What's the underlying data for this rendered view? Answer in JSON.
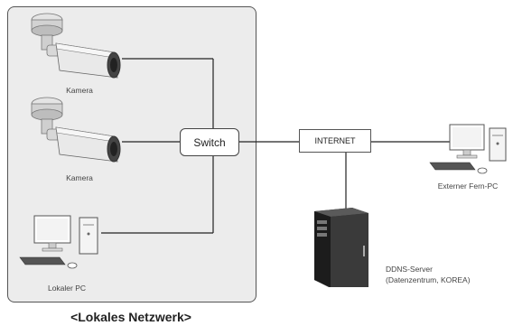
{
  "lan": {
    "title": "<Lokales Netzwerk>",
    "switch_label": "Switch",
    "camera1_label": "Kamera",
    "camera2_label": "Kamera",
    "local_pc_label": "Lokaler PC"
  },
  "internet_label": "INTERNET",
  "remote_pc_label": "Externer Fern-PC",
  "ddns_server": {
    "line1": "DDNS-Server",
    "line2": "(Datenzentrum, KOREA)"
  }
}
